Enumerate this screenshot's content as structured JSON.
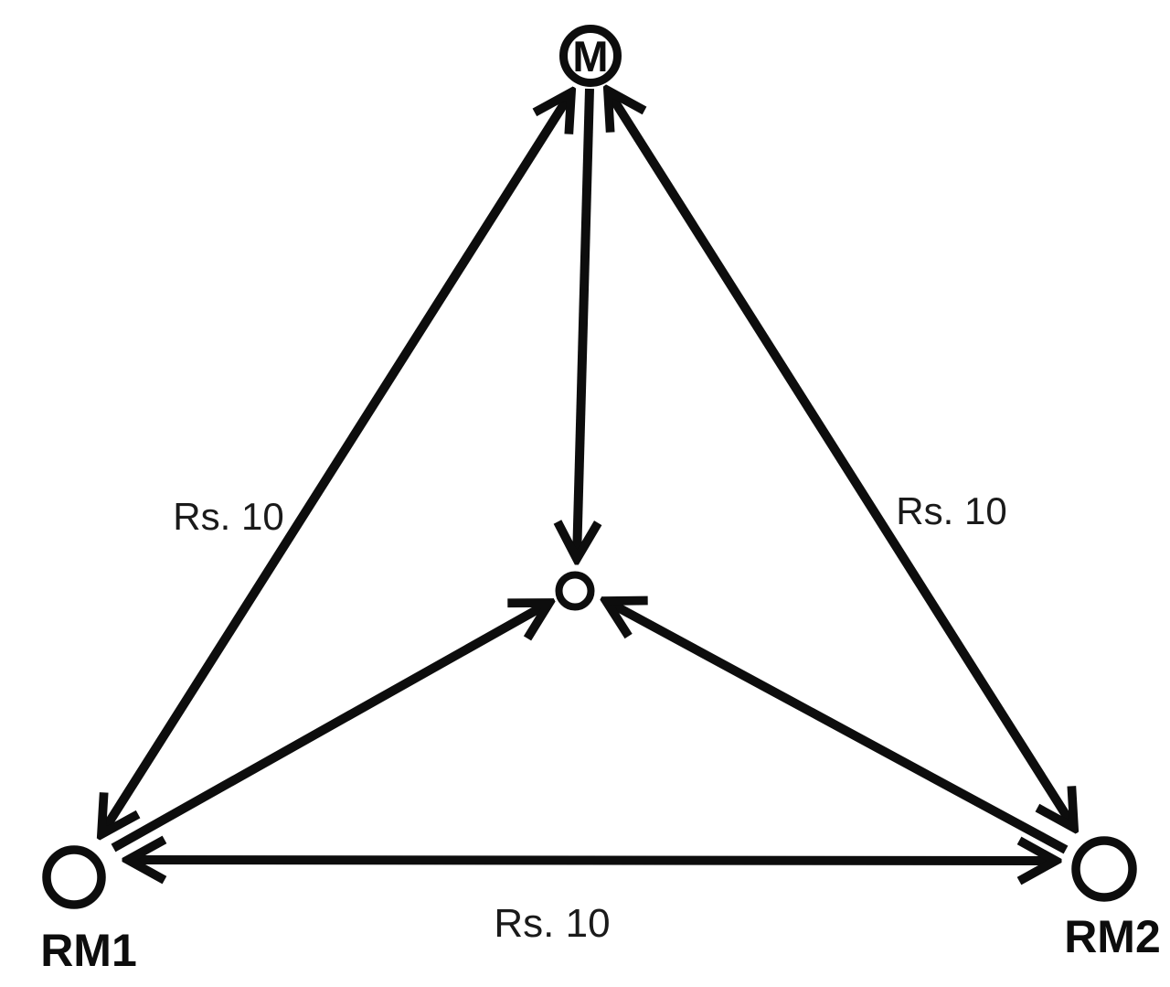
{
  "diagram": {
    "description": "Network diagram of material flows: nodes M (top), RM1 (bottom-left), RM2 (bottom-right) and an unlabeled central hub circle",
    "colors": {
      "ink": "#0d0d0d",
      "background": "#ffffff"
    },
    "nodes": {
      "m": {
        "label": "M"
      },
      "rm1": {
        "label": "RM1"
      },
      "rm2": {
        "label": "RM2"
      },
      "center": {
        "label": ""
      }
    },
    "edges": [
      {
        "from": "M",
        "to": "RM1",
        "arrows": "both",
        "label": "Rs. 10"
      },
      {
        "from": "M",
        "to": "RM2",
        "arrows": "both",
        "label": "Rs. 10"
      },
      {
        "from": "RM1",
        "to": "RM2",
        "arrows": "both",
        "label": "Rs. 10"
      },
      {
        "from": "M",
        "to": "center",
        "arrows": "end",
        "label": ""
      },
      {
        "from": "RM1",
        "to": "center",
        "arrows": "end",
        "label": ""
      },
      {
        "from": "RM2",
        "to": "center",
        "arrows": "end",
        "label": ""
      }
    ],
    "labels": {
      "edge_m_rm1": "Rs. 10",
      "edge_m_rm2": "Rs. 10",
      "edge_rm1_rm2": "Rs. 10"
    }
  }
}
